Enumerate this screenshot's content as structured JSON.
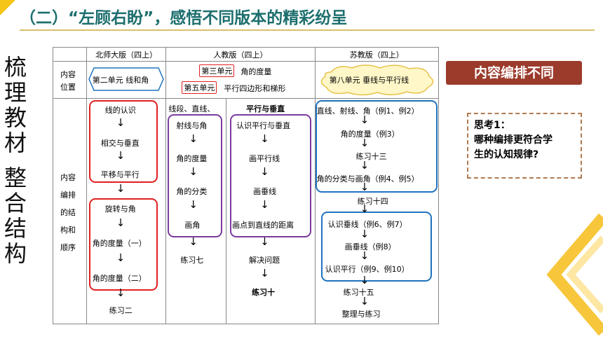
{
  "title": "（二）“左顾右盼”，感悟不同版本的精彩纷呈",
  "side": [
    "梳",
    "理",
    "教",
    "材",
    "整",
    "合",
    "结",
    "构"
  ],
  "header": {
    "c1": "北师大版（四上）",
    "c2": "人教版（四上）",
    "c3": "苏教版（四上）"
  },
  "rowlabels": {
    "pos": [
      "内容",
      "位置"
    ],
    "arr": [
      "内容",
      "编排",
      "的结",
      "构和",
      "顺序"
    ]
  },
  "pos": {
    "bsd": "第二单元 线和角",
    "rj1a": "第三单元",
    "rj1b": "角的度量",
    "rj2a": "第五单元",
    "rj2b": "平行四边形和梯形",
    "sj": "第八单元 垂线与平行线"
  },
  "bsd": [
    "线的认识",
    "相交与垂直",
    "平移与平行",
    "旋转与角",
    "角的度量（一）",
    "角的度量（二）",
    "练习二"
  ],
  "rjA": [
    "线段、直线、",
    "射线与角",
    "角的度量",
    "角的分类",
    "画角",
    "练习七"
  ],
  "rjB": [
    "平行与垂直",
    "认识平行与垂直",
    "画平行线",
    "画垂线",
    "画点到直线的距离",
    "解决问题",
    "练习十"
  ],
  "sj": [
    "直线、射线、角（例1、例2）",
    "角的度量（例3）",
    "练习十三",
    "角的分类与画角（例4、例5）",
    "练习十四",
    "认识垂线（例6、例7）",
    "画垂线（例8）",
    "认识平行（例9、例10）",
    "练习十五",
    "整理与练习"
  ],
  "badge": "内容编排不同",
  "think": [
    "思考1：",
    "哪种编排更符合学",
    "生的认知规律?"
  ],
  "arrow": "↓"
}
